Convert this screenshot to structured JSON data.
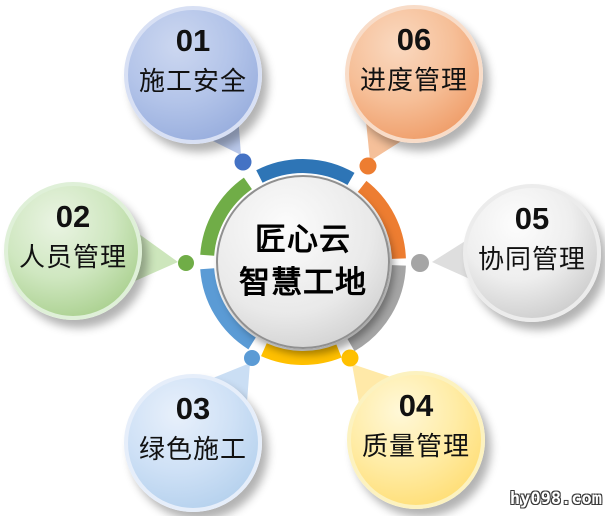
{
  "center": {
    "line1": "匠心云",
    "line2": "智慧工地"
  },
  "bubbles": [
    {
      "number": "01",
      "label": "施工安全",
      "color": "#9db4e4",
      "arc_color": "#2e75b6",
      "dot_color": "#4472c4",
      "tail_color": "#b9c8ea"
    },
    {
      "number": "02",
      "label": "人员管理",
      "color": "#a9d08e",
      "arc_color": "#70ad47",
      "dot_color": "#70ad47",
      "tail_color": "#cde6bc"
    },
    {
      "number": "03",
      "label": "绿色施工",
      "color": "#b4d0ee",
      "arc_color": "#5b9bd5",
      "dot_color": "#5b9bd5",
      "tail_color": "#cadef4"
    },
    {
      "number": "04",
      "label": "质量管理",
      "color": "#ffd95e",
      "arc_color": "#ffc000",
      "dot_color": "#ffc000",
      "tail_color": "#ffe9a8"
    },
    {
      "number": "05",
      "label": "协同管理",
      "color": "#c8c8c8",
      "arc_color": "#a5a5a5",
      "dot_color": "#a5a5a5",
      "tail_color": "#dedede"
    },
    {
      "number": "06",
      "label": "进度管理",
      "color": "#f09c64",
      "arc_color": "#ed7d31",
      "dot_color": "#ed7d31",
      "tail_color": "#f5c09a"
    }
  ],
  "watermark": "hy098.com"
}
